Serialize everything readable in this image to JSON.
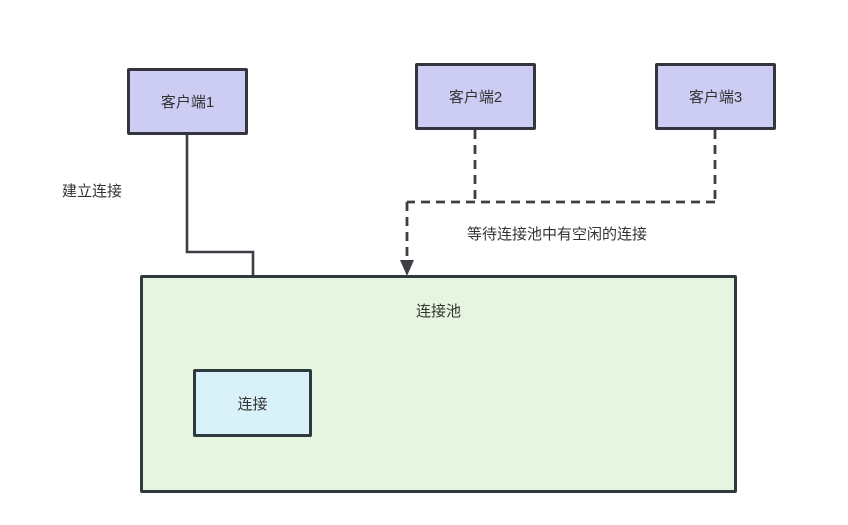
{
  "diagram": {
    "type": "flowchart",
    "topic": "connection-pool",
    "nodes": [
      {
        "id": "client1",
        "label": "客户端1",
        "fill": "#cdccf3",
        "border": "#34353e"
      },
      {
        "id": "client2",
        "label": "客户端2",
        "fill": "#cdccf3",
        "border": "#34353e"
      },
      {
        "id": "client3",
        "label": "客户端3",
        "fill": "#cdccf3",
        "border": "#34353e"
      },
      {
        "id": "pool",
        "label": "连接池",
        "fill": "#e6f5df",
        "border": "#2f3a40"
      },
      {
        "id": "connection",
        "label": "连接",
        "fill": "#d9f1f8",
        "border": "#2f3a40"
      }
    ],
    "edges": [
      {
        "id": "establish",
        "from": "client1",
        "to": "connection",
        "style": "solid",
        "label": "建立连接"
      },
      {
        "id": "wait",
        "from": "client2,client3",
        "to": "pool",
        "style": "dashed",
        "label": "等待连接池中有空闲的连接"
      }
    ],
    "colors": {
      "background": "#ffffff",
      "line": "#3c4045",
      "text": "#333333",
      "client_fill": "#cdccf3",
      "pool_fill": "#e6f5df",
      "connection_fill": "#d9f1f8"
    }
  }
}
